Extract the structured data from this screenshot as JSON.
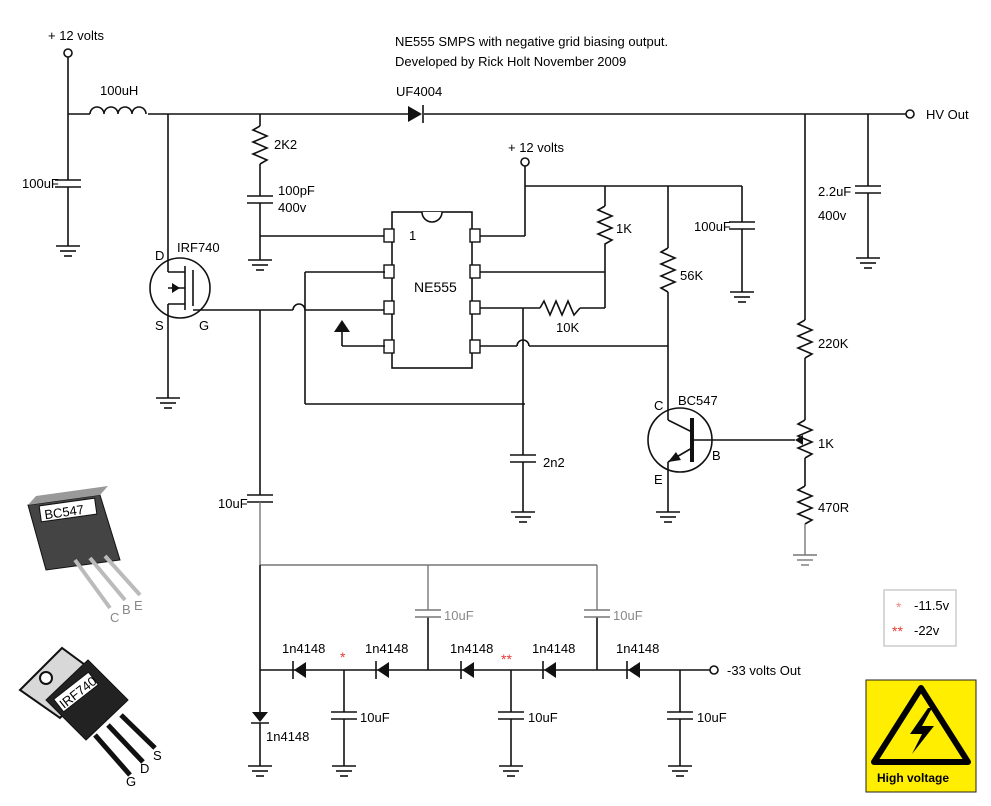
{
  "header": {
    "title": "NE555 SMPS with negative grid biasing output.",
    "credit": "Developed by Rick Holt November 2009"
  },
  "labels": {
    "supply_top": "+ 12 volts",
    "supply_ic": "+ 12 volts",
    "hv_out": "HV Out",
    "neg_out": "-33 volts Out",
    "ic_name": "NE555",
    "ic_pin1": "1",
    "mosfet_name": "IRF740",
    "mosfet_d": "D",
    "mosfet_s": "S",
    "mosfet_g": "G",
    "bjt_name": "BC547",
    "bjt_c": "C",
    "bjt_b": "B",
    "bjt_e": "E",
    "inductor": "100uH",
    "c_in": "100uF",
    "r_2k2": "2K2",
    "c_100pf": "100pF",
    "c_100pf_v": "400v",
    "diode_uf": "UF4004",
    "c_hv": "2.2uF",
    "c_hv_v": "400v",
    "r_1k_top": "1K",
    "c_100uf_ic": "100uF",
    "r_56k": "56K",
    "r_10k": "10K",
    "c_2n2": "2n2",
    "r_220k": "220K",
    "pot_1k": "1K",
    "r_470r": "470R",
    "c_10uf_coupling": "10uF",
    "c_10uf_a": "10uF",
    "c_10uf_b": "10uF",
    "c_10uf_c": "10uF",
    "c_10uf_d": "10uF",
    "c_10uf_e": "10uF",
    "d1": "1n4148",
    "d2": "1n4148",
    "d3": "1n4148",
    "d4": "1n4148",
    "d5": "1n4148",
    "d6": "1n4148",
    "mark_1": "*",
    "mark_2": "**"
  },
  "legend": {
    "mark_1": "*",
    "value_1": "-11.5v",
    "mark_2": "**",
    "value_2": "-22v"
  },
  "packages": {
    "bc547": "BC547",
    "bc547_pins": [
      "C",
      "B",
      "E"
    ],
    "irf740": "IRF740",
    "irf740_pins": [
      "G",
      "D",
      "S"
    ]
  },
  "warning": {
    "label": "High voltage"
  },
  "colors": {
    "wire": "#111111",
    "marker": "#e53935",
    "warning_bg": "#ffee00"
  }
}
